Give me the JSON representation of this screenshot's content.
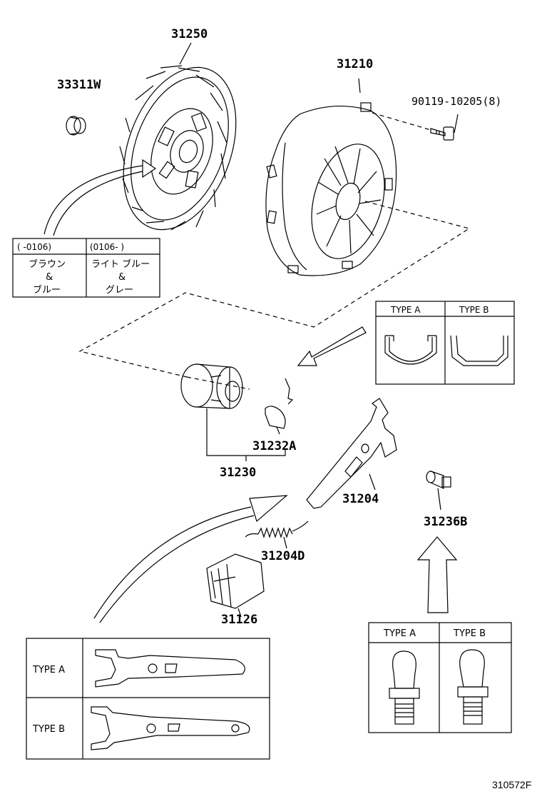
{
  "part_numbers": {
    "clutch_disc": "31250",
    "sleeve": "33311W",
    "clutch_cover": "31210",
    "bolt": "90119-10205(8)",
    "release_bearing": "31230",
    "clip": "31232A",
    "release_fork": "31204",
    "fork_spring": "31204D",
    "pivot": "31236B",
    "boot": "31126"
  },
  "color_table": {
    "col1_header": "(    -0106)",
    "col1_line1": "ブラウン",
    "col1_line2": "&",
    "col1_line3": "ブルー",
    "col2_header": "(0106-      )",
    "col2_line1": "ライト ブルー",
    "col2_line2": "&",
    "col2_line3": "グレー"
  },
  "clip_types": {
    "type_a": "TYPE A",
    "type_b": "TYPE B"
  },
  "fork_types": {
    "type_a": "TYPE A",
    "type_b": "TYPE B"
  },
  "pivot_types": {
    "type_a": "TYPE A",
    "type_b": "TYPE B"
  },
  "figure_id": "310572F"
}
